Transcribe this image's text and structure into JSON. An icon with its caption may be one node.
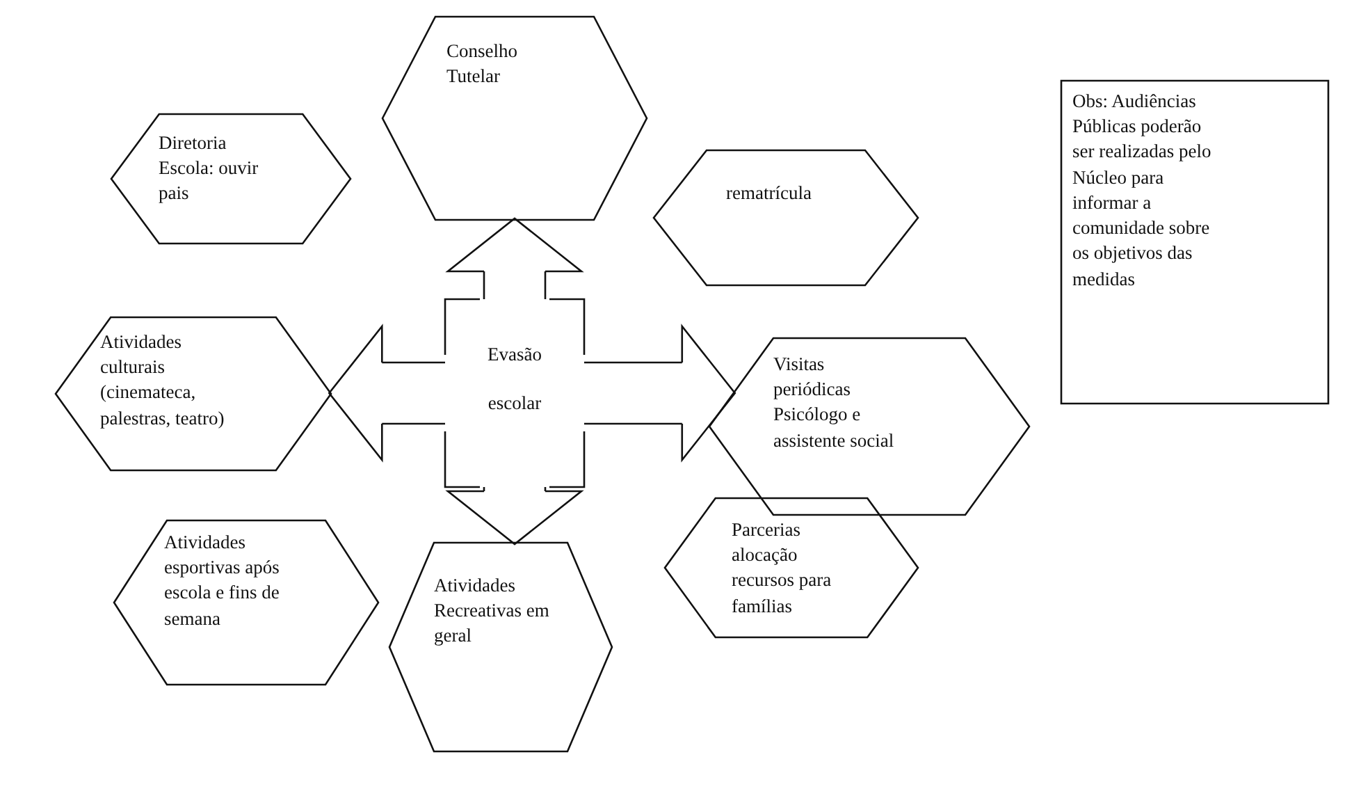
{
  "diagram": {
    "nodes": [
      {
        "text": [
          "Conselho Tutelar"
        ]
      },
      {
        "text": [
          "Diretoria Escola: ouvir pais"
        ]
      },
      {
        "text": [
          "rematrícula"
        ]
      },
      {
        "text": [
          "Obs: Audiências Públicas poderão ser realizadas pelo Núcleo para informar a comunidade sobre os objetivos das medidas"
        ]
      },
      {
        "text": [
          "Atividades culturais (cinemateca, palestras, teatro)"
        ]
      },
      {
        "text": [
          "Evasão escolar"
        ]
      },
      {
        "text": [
          "Visitas periódicas Psicólogo e assistente social"
        ]
      },
      {
        "text": [
          "Atividades esportivas após escola e fins de semana"
        ]
      },
      {
        "text": [
          "Parcerias alocação recursos para famílias"
        ]
      },
      {
        "text": [
          "Atividades Recreativas em geral"
        ]
      }
    ],
    "edges": [
      {
        "from": 5,
        "to": 0,
        "arrow": "to"
      },
      {
        "from": 5,
        "to": 4,
        "arrow": "to"
      },
      {
        "from": 5,
        "to": 6,
        "arrow": "to"
      },
      {
        "from": 5,
        "to": 9,
        "arrow": "to"
      }
    ]
  }
}
